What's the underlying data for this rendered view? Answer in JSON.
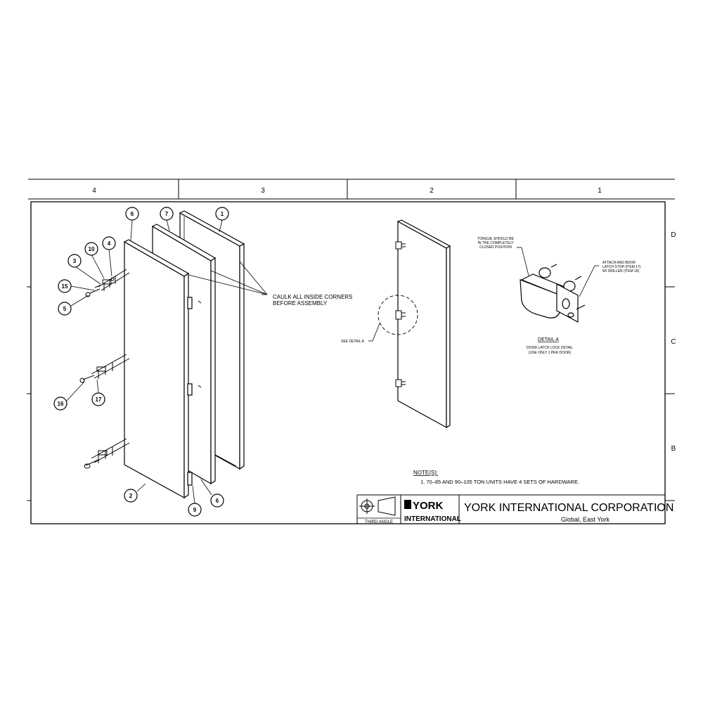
{
  "zones_top": [
    "4",
    "3",
    "2",
    "1"
  ],
  "zones_right": [
    "D",
    "C",
    "B"
  ],
  "balloons": {
    "b1": "1",
    "b2": "2",
    "b3": "3",
    "b4": "4",
    "b5": "5",
    "b6a": "6",
    "b6b": "6",
    "b7": "7",
    "b9": "9",
    "b10": "10",
    "b15": "15",
    "b16": "16",
    "b17": "17"
  },
  "callouts": {
    "caulk_line1": "CAULK ALL INSIDE CORNERS",
    "caulk_line2": "BEFORE ASSEMBLY",
    "see_detail": "SEE DETAIL A",
    "tongue_line1": "TONGUE SHOULD BE",
    "tongue_line2": "IN THE COMPLETELY",
    "tongue_line3": "CLOSED POSITION",
    "attach_line1": "ATTACH AND BOOR",
    "attach_line2": "LATCH STOP (ITEM 17)",
    "attach_line3": "W/ DRILLER (ITEM 18)"
  },
  "detail": {
    "title": "DETAIL A",
    "line1": "DOOR LATCH LOCK DETAIL",
    "line2": "(USE ONLY 1 PER DOOR)"
  },
  "notes": {
    "heading": "NOTE(S):",
    "item1": "1.  70–85 AND 90–105 TON UNITS HAVE 4 SETS OF HARDWARE."
  },
  "title_block": {
    "logo_top": "YORK",
    "logo_bottom": "INTERNATIONAL",
    "company": "YORK INTERNATIONAL CORPORATION",
    "location": "Global, East York",
    "projection": "THIRD ANGLE"
  }
}
